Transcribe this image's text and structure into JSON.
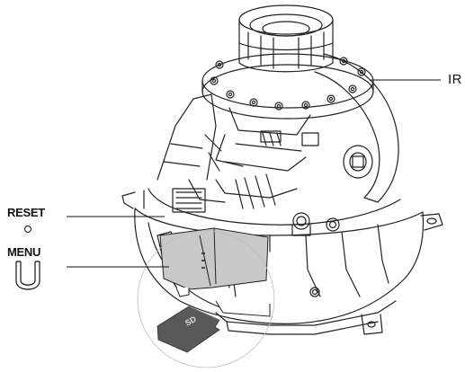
{
  "labels": {
    "ir": "IR",
    "reset": "RESET",
    "menu": "MENU"
  },
  "icons": {
    "reset_button": "reset-pinhole-icon",
    "menu_button": "menu-u-button-icon",
    "sd_card": "micro-sd-card-icon"
  },
  "colors": {
    "line": "#222222",
    "highlight": "#c8c8c8",
    "sd_card": "#595959"
  }
}
